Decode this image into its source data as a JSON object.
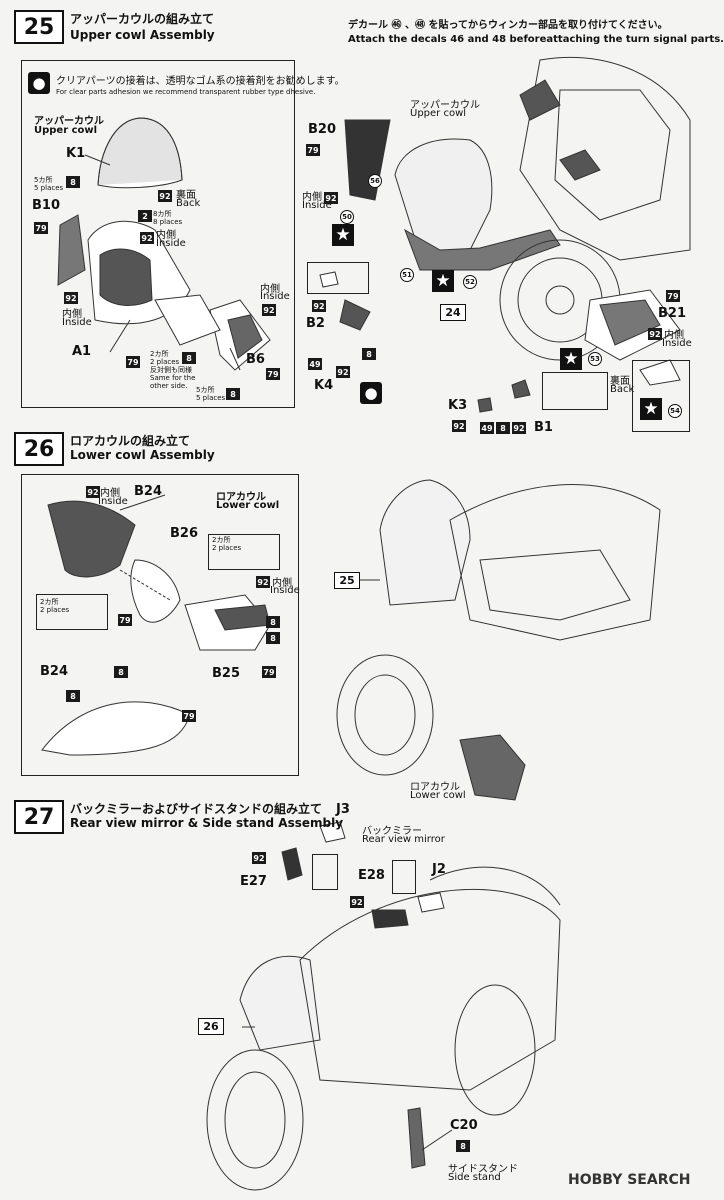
{
  "steps": [
    {
      "num": "25",
      "title_jp": "アッパーカウルの組み立て",
      "title_en": "Upper cowl Assembly"
    },
    {
      "num": "26",
      "title_jp": "ロアカウルの組み立て",
      "title_en": "Lower cowl Assembly"
    },
    {
      "num": "27",
      "title_jp": "バックミラーおよびサイドスタンドの組み立て",
      "title_en": "Rear view mirror & Side stand Assembly"
    }
  ],
  "step25": {
    "decal_note_jp": "デカール ㊻ 、㊽ を貼ってからウィンカー部品を取り付けてください。",
    "decal_note_en": "Attach the decals 46 and 48 beforeattaching the turn signal parts.",
    "clear_note_jp": "クリアパーツの接着は、透明なゴム系の接着剤をお勧めします。",
    "clear_note_en": "For clear parts adhesion we recommend transparent rubber type dhesive.",
    "box_title_jp": "アッパーカウル",
    "box_title_en": "Upper cowl",
    "main_label_jp": "アッパーカウル",
    "main_label_en": "Upper cowl",
    "parts": {
      "k1": "K1",
      "b10": "B10",
      "a1": "A1",
      "b6": "B6",
      "b20": "B20",
      "b2": "B2",
      "k4": "K4",
      "k3": "K3",
      "b1": "B1",
      "b21": "B21"
    },
    "texts": {
      "ura": "裏面",
      "back": "Back",
      "uchi": "内側",
      "inside": "Inside",
      "places5_jp": "5カ所",
      "places5_en": "5 places",
      "places8_jp": "8カ所",
      "places8_en": "8 places",
      "places2_jp": "2カ所",
      "places2_en": "2 places",
      "same_jp": "反対側も同様",
      "same_en1": "Same for the",
      "same_en2": "other side."
    },
    "colors": {
      "c92": "92",
      "c8": "8",
      "c79": "79",
      "c2": "2",
      "c49": "49"
    },
    "decals": {
      "d56": "56",
      "d50": "50",
      "d51": "51",
      "d52": "52",
      "d53": "53",
      "d54": "54"
    },
    "ref": "24"
  },
  "step26": {
    "box_title_jp": "ロアカウル",
    "box_title_en": "Lower cowl",
    "main_label_jp": "ロアカウル",
    "main_label_en": "Lower cowl",
    "parts": {
      "b24": "B24",
      "b26": "B26",
      "b25": "B25"
    },
    "ref": "25"
  },
  "step27": {
    "mirror_jp": "バックミラー",
    "mirror_en": "Rear view mirror",
    "stand_jp": "サイドスタンド",
    "stand_en": "Side stand",
    "parts": {
      "j3": "J3",
      "e27": "E27",
      "e28": "E28",
      "j2": "J2",
      "c20": "C20"
    },
    "ref": "26"
  },
  "watermark": "HOBBY SEARCH"
}
